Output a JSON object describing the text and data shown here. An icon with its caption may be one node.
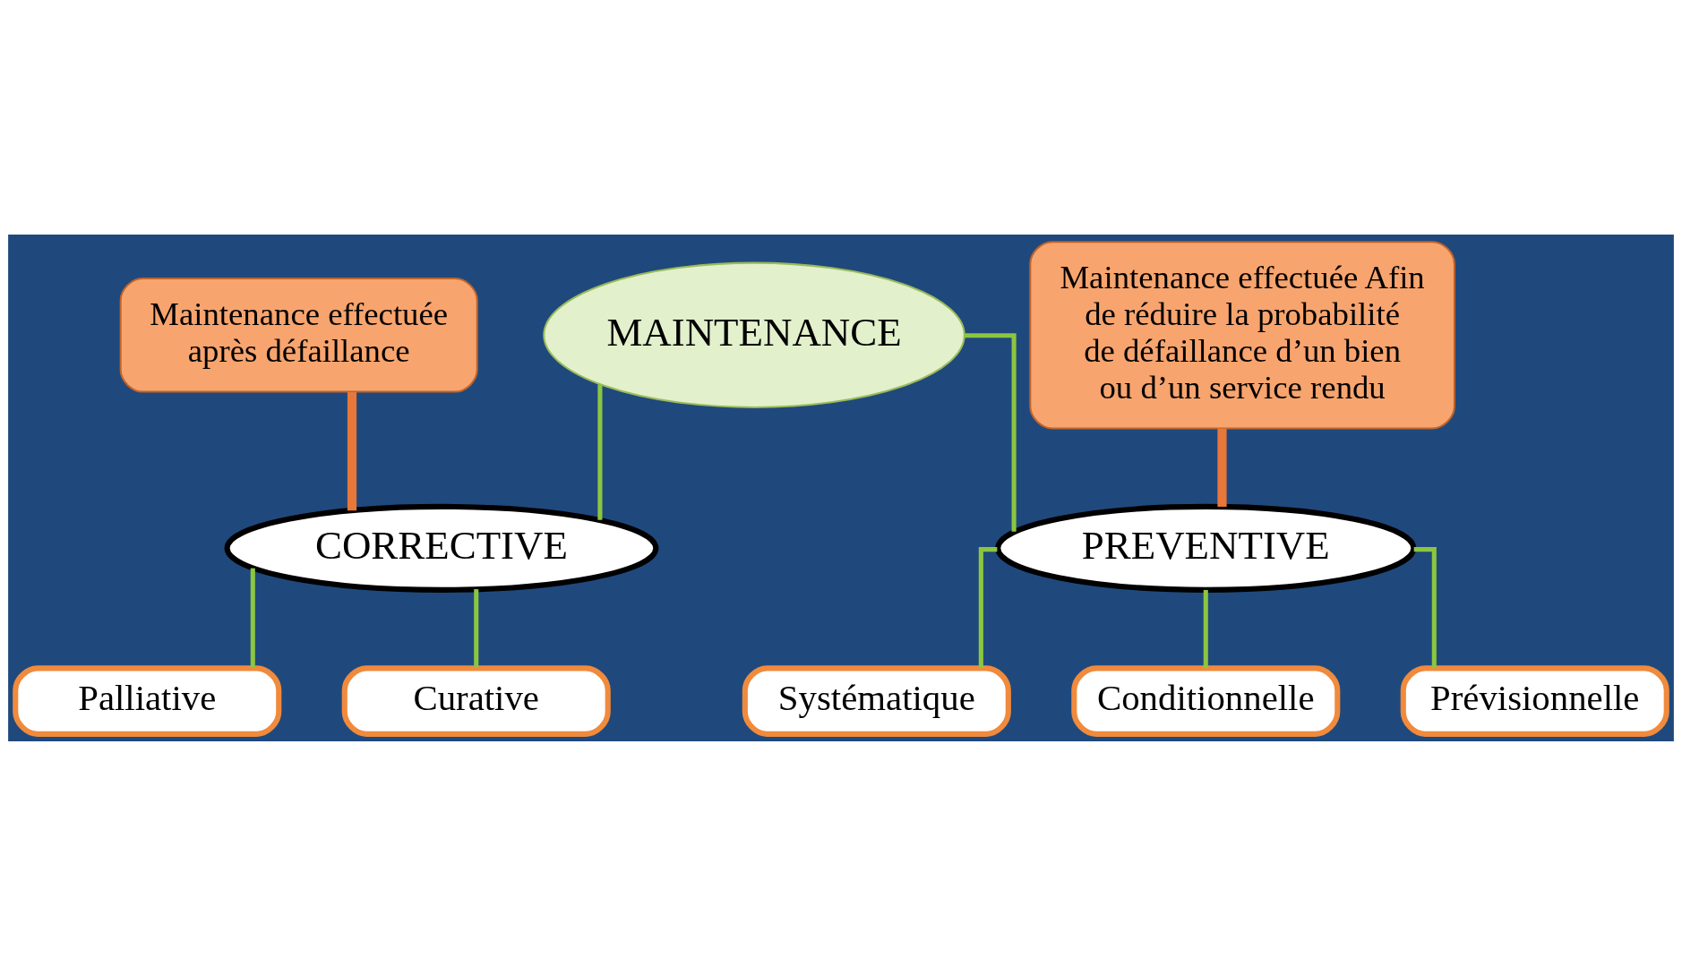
{
  "diagram": {
    "nodes": [
      {
        "text": [
          "MAINTENANCE"
        ]
      },
      {
        "text": [
          "Maintenance effectuée après défaillance"
        ]
      },
      {
        "text": [
          "Maintenance effectuée Afin de réduire la probabilité de défaillance d’un bien ou d’un service rendu"
        ]
      },
      {
        "text": [
          "CORRECTIVE"
        ]
      },
      {
        "text": [
          "PREVENTIVE"
        ]
      },
      {
        "text": [
          "Palliative"
        ]
      },
      {
        "text": [
          "Curative"
        ]
      },
      {
        "text": [
          "Systématique"
        ]
      },
      {
        "text": [
          "Conditionnelle"
        ]
      },
      {
        "text": [
          "Prévisionnelle"
        ]
      }
    ],
    "edges": [
      {
        "from": 0,
        "to": 3,
        "arrow": "none"
      },
      {
        "from": 0,
        "to": 4,
        "arrow": "none"
      },
      {
        "from": 1,
        "to": 3,
        "arrow": "none",
        "style": "thick",
        "color": "#e8773a"
      },
      {
        "from": 2,
        "to": 4,
        "arrow": "none",
        "style": "thick",
        "color": "#e8773a"
      },
      {
        "from": 3,
        "to": 5,
        "arrow": "none"
      },
      {
        "from": 3,
        "to": 6,
        "arrow": "none"
      },
      {
        "from": 4,
        "to": 7,
        "arrow": "none"
      },
      {
        "from": 4,
        "to": 8,
        "arrow": "none"
      },
      {
        "from": 4,
        "to": 9,
        "arrow": "none"
      }
    ]
  }
}
